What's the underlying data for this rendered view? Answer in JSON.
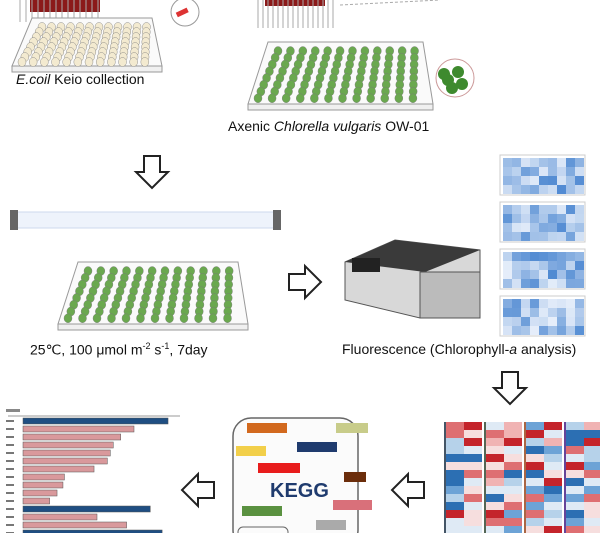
{
  "captions": {
    "ecoli_italic": "E.coil",
    "ecoli_rest": " Keio collection",
    "chlorella_pre": "Axenic ",
    "chlorella_italic": "Chlorella vulgaris",
    "chlorella_post": " OW-01",
    "conditions_a": "25℃, 100 μmol m",
    "conditions_sup1": "-2",
    "conditions_b": " s",
    "conditions_sup2": "-1",
    "conditions_c": ", 7day",
    "fluor_a": "Fluorescence (Chlorophyll-",
    "fluor_italic": "a",
    "fluor_b": " analysis)"
  },
  "kegg": {
    "label": "KEGG",
    "blocks": [
      "#d2691e",
      "#c8cc8a",
      "#f2cf4a",
      "#1f3b6e",
      "#e81c1c",
      "#6b2d0b",
      "#5a9140",
      "#d9707a",
      "#aaaaaa"
    ]
  },
  "bar_panel": {
    "bars": [
      {
        "value": 0.98,
        "color": "#1f4e82"
      },
      {
        "value": 0.75,
        "color": "#d9999c"
      },
      {
        "value": 0.66,
        "color": "#d9999c"
      },
      {
        "value": 0.61,
        "color": "#d9999c"
      },
      {
        "value": 0.59,
        "color": "#d9999c"
      },
      {
        "value": 0.57,
        "color": "#d9999c"
      },
      {
        "value": 0.48,
        "color": "#d9999c"
      },
      {
        "value": 0.28,
        "color": "#d9999c"
      },
      {
        "value": 0.27,
        "color": "#d9999c"
      },
      {
        "value": 0.23,
        "color": "#d9999c"
      },
      {
        "value": 0.18,
        "color": "#d9999c"
      },
      {
        "value": 0.86,
        "color": "#1f4e82"
      },
      {
        "value": 0.5,
        "color": "#d9999c"
      },
      {
        "value": 0.7,
        "color": "#d9999c"
      },
      {
        "value": 0.94,
        "color": "#1f4e82"
      }
    ]
  },
  "colors": {
    "plate_green": "#6aa84f",
    "plate_yellow": "#f3ead0",
    "arrow": "#222222"
  }
}
